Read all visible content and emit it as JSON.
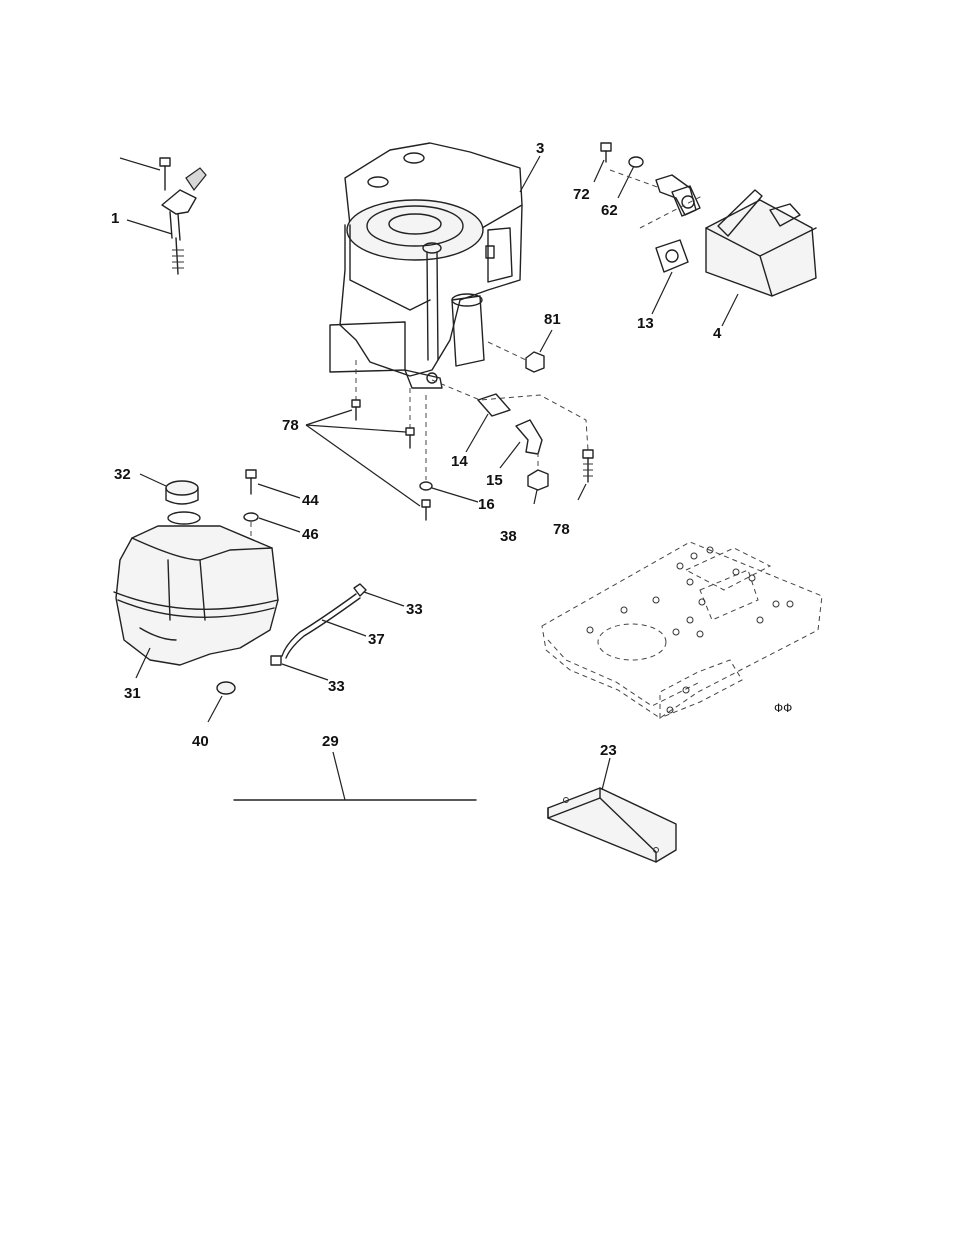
{
  "labels": {
    "p1": "1",
    "p3": "3",
    "p4": "4",
    "p13": "13",
    "p14": "14",
    "p15": "15",
    "p16": "16",
    "p23": "23",
    "p29": "29",
    "p31": "31",
    "p32": "32",
    "p33a": "33",
    "p33b": "33",
    "p37": "37",
    "p38": "38",
    "p40": "40",
    "p44": "44",
    "p46": "46",
    "p62": "62",
    "p72": "72",
    "p78a": "78",
    "p78b": "78",
    "p81": "81",
    "mark": "ФФ"
  },
  "colors": {
    "ink": "#222222",
    "paper": "#ffffff"
  }
}
